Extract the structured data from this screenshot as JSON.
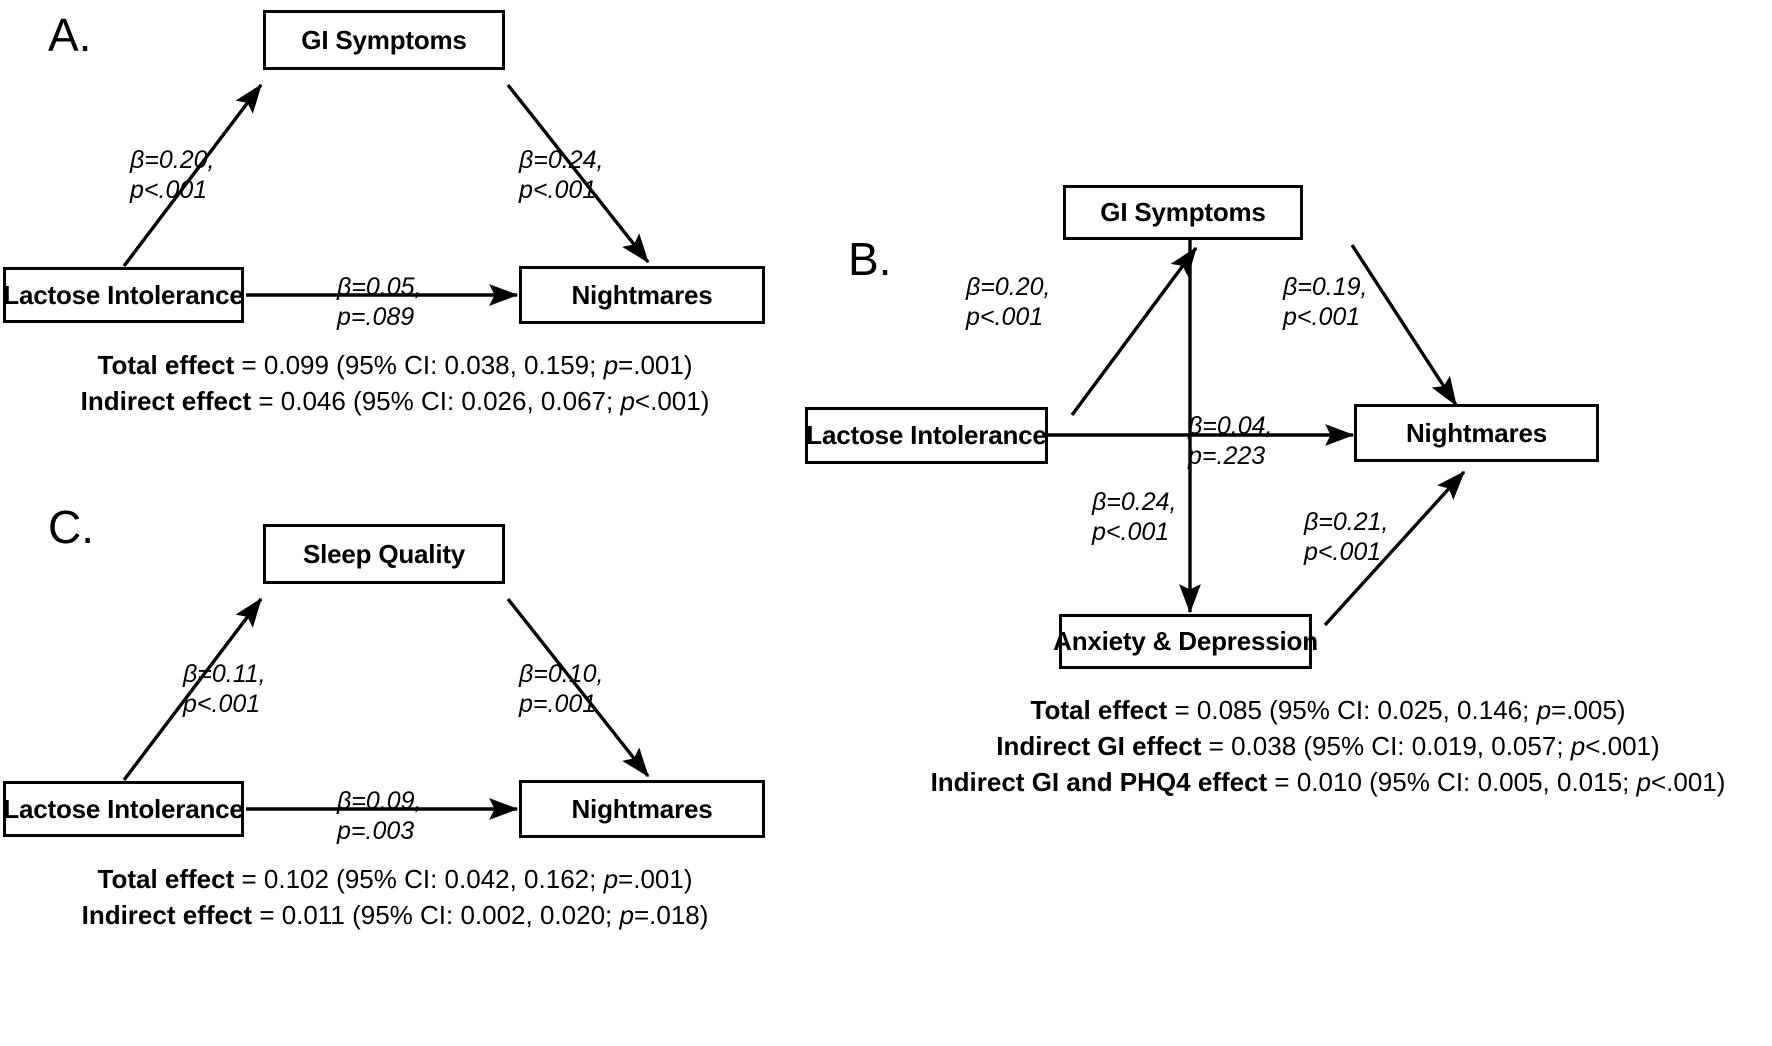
{
  "figure": {
    "type": "mediation-path-diagram",
    "panels": [
      {
        "id": "A",
        "label": "A.",
        "nodes": {
          "predictor": "Lactose Intolerance",
          "mediator": "GI Symptoms",
          "outcome": "Nightmares"
        },
        "paths": [
          {
            "name": "predictor-to-mediator",
            "beta_label": "β=0.20,",
            "p_label": "p<.001",
            "beta": 0.2,
            "p": "<.001"
          },
          {
            "name": "mediator-to-outcome",
            "beta_label": "β=0.24,",
            "p_label": "p<.001",
            "beta": 0.24,
            "p": "<.001"
          },
          {
            "name": "direct-predictor-to-outcome",
            "beta_label": "β=0.05,",
            "p_label": "p=.089",
            "beta": 0.05,
            "p": "=.089"
          }
        ],
        "caption": [
          {
            "label": "Total effect",
            "rest": " = 0.099 (95% CI: 0.038, 0.159; ",
            "p_italic": "p",
            "p_rest": "=.001)"
          },
          {
            "label": "Indirect effect",
            "rest": " = 0.046 (95% CI: 0.026, 0.067; ",
            "p_italic": "p",
            "p_rest": "<.001)"
          }
        ]
      },
      {
        "id": "B",
        "label": "B.",
        "nodes": {
          "predictor": "Lactose Intolerance",
          "mediator1": "GI Symptoms",
          "mediator2": "Anxiety & Depression",
          "outcome": "Nightmares"
        },
        "paths": [
          {
            "name": "predictor-to-gi",
            "beta_label": "β=0.20,",
            "p_label": "p<.001",
            "beta": 0.2,
            "p": "<.001"
          },
          {
            "name": "gi-to-outcome",
            "beta_label": "β=0.19,",
            "p_label": "p<.001",
            "beta": 0.19,
            "p": "<.001"
          },
          {
            "name": "direct-predictor-to-outcome",
            "beta_label": "β=0.04,",
            "p_label": "p=.223",
            "beta": 0.04,
            "p": "=.223"
          },
          {
            "name": "gi-to-phq4",
            "beta_label": "β=0.24,",
            "p_label": "p<.001",
            "beta": 0.24,
            "p": "<.001"
          },
          {
            "name": "phq4-to-outcome",
            "beta_label": "β=0.21,",
            "p_label": "p<.001",
            "beta": 0.21,
            "p": "<.001"
          }
        ],
        "caption": [
          {
            "label": "Total effect",
            "rest": " = 0.085 (95% CI: 0.025, 0.146; ",
            "p_italic": "p",
            "p_rest": "=.005)"
          },
          {
            "label": "Indirect GI effect",
            "rest": " = 0.038 (95% CI: 0.019, 0.057; ",
            "p_italic": "p",
            "p_rest": "<.001)"
          },
          {
            "label": "Indirect GI and PHQ4 effect",
            "rest": " = 0.010 (95% CI: 0.005, 0.015; ",
            "p_italic": "p",
            "p_rest": "<.001)"
          }
        ]
      },
      {
        "id": "C",
        "label": "C.",
        "nodes": {
          "predictor": "Lactose Intolerance",
          "mediator": "Sleep Quality",
          "outcome": "Nightmares"
        },
        "paths": [
          {
            "name": "predictor-to-mediator",
            "beta_label": "β=0.11,",
            "p_label": "p<.001",
            "beta": 0.11,
            "p": "<.001"
          },
          {
            "name": "mediator-to-outcome",
            "beta_label": "β=0.10,",
            "p_label": "p=.001",
            "beta": 0.1,
            "p": "=.001"
          },
          {
            "name": "direct-predictor-to-outcome",
            "beta_label": "β=0.09,",
            "p_label": "p=.003",
            "beta": 0.09,
            "p": "=.003"
          }
        ],
        "caption": [
          {
            "label": "Total effect",
            "rest": " = 0.102 (95% CI: 0.042, 0.162; ",
            "p_italic": "p",
            "p_rest": "=.001)"
          },
          {
            "label": "Indirect effect",
            "rest": " = 0.011 (95% CI: 0.002, 0.020; ",
            "p_italic": "p",
            "p_rest": "=.018)"
          }
        ]
      }
    ],
    "colors": {
      "stroke": "#000000",
      "background": "#ffffff",
      "text": "#000000"
    }
  }
}
